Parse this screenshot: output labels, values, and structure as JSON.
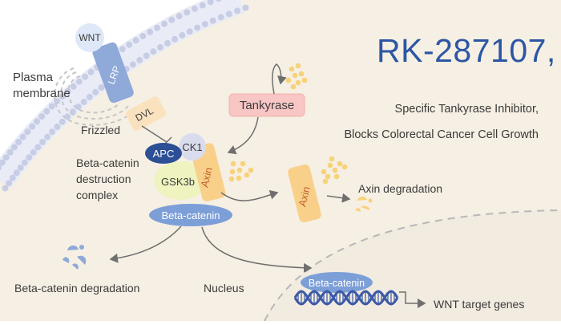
{
  "title": "RK-287107,",
  "subtitle": {
    "line1": "Specific Tankyrase Inhibitor,",
    "line2": "Blocks Colorectal Cancer Cell Growth"
  },
  "labels": {
    "plasma_membrane_1": "Plasma",
    "plasma_membrane_2": "membrane",
    "wnt": "WNT",
    "lrp": "LRP",
    "dvl": "DVL",
    "frizzled": "Frizzled",
    "ck1": "CK1",
    "apc": "APC",
    "gsk3b": "GSK3b",
    "axin": "Axin",
    "beta_catenin": "Beta-catenin",
    "tankyrase": "Tankyrase",
    "axin_free": "Axin",
    "axin_degradation": "Axin degradation",
    "destruction_complex_1": "Beta-catenin",
    "destruction_complex_2": "destruction",
    "destruction_complex_3": "complex",
    "beta_catenin_degradation": "Beta-catenin degradation",
    "nucleus": "Nucleus",
    "beta_catenin_nuclear": "Beta-catenin",
    "wnt_target_genes": "WNT target genes"
  },
  "colors": {
    "background_cell": "#f6efe3",
    "membrane_dots": "#c8cde6",
    "title": "#2c56a5",
    "lrp": "#8fa9d9",
    "wnt": "#dfe8f8",
    "dvl": "#fbe2bf",
    "ck1": "#d9dcec",
    "apc": "#2c4f96",
    "gsk3b": "#eef3bf",
    "axin": "#f9d08a",
    "beta_catenin": "#7c9fd8",
    "tankyrase": "#f8c6c4",
    "dots": "#f7d279",
    "arrows": "#6f6f6f",
    "dna": "#3d5aa8"
  }
}
